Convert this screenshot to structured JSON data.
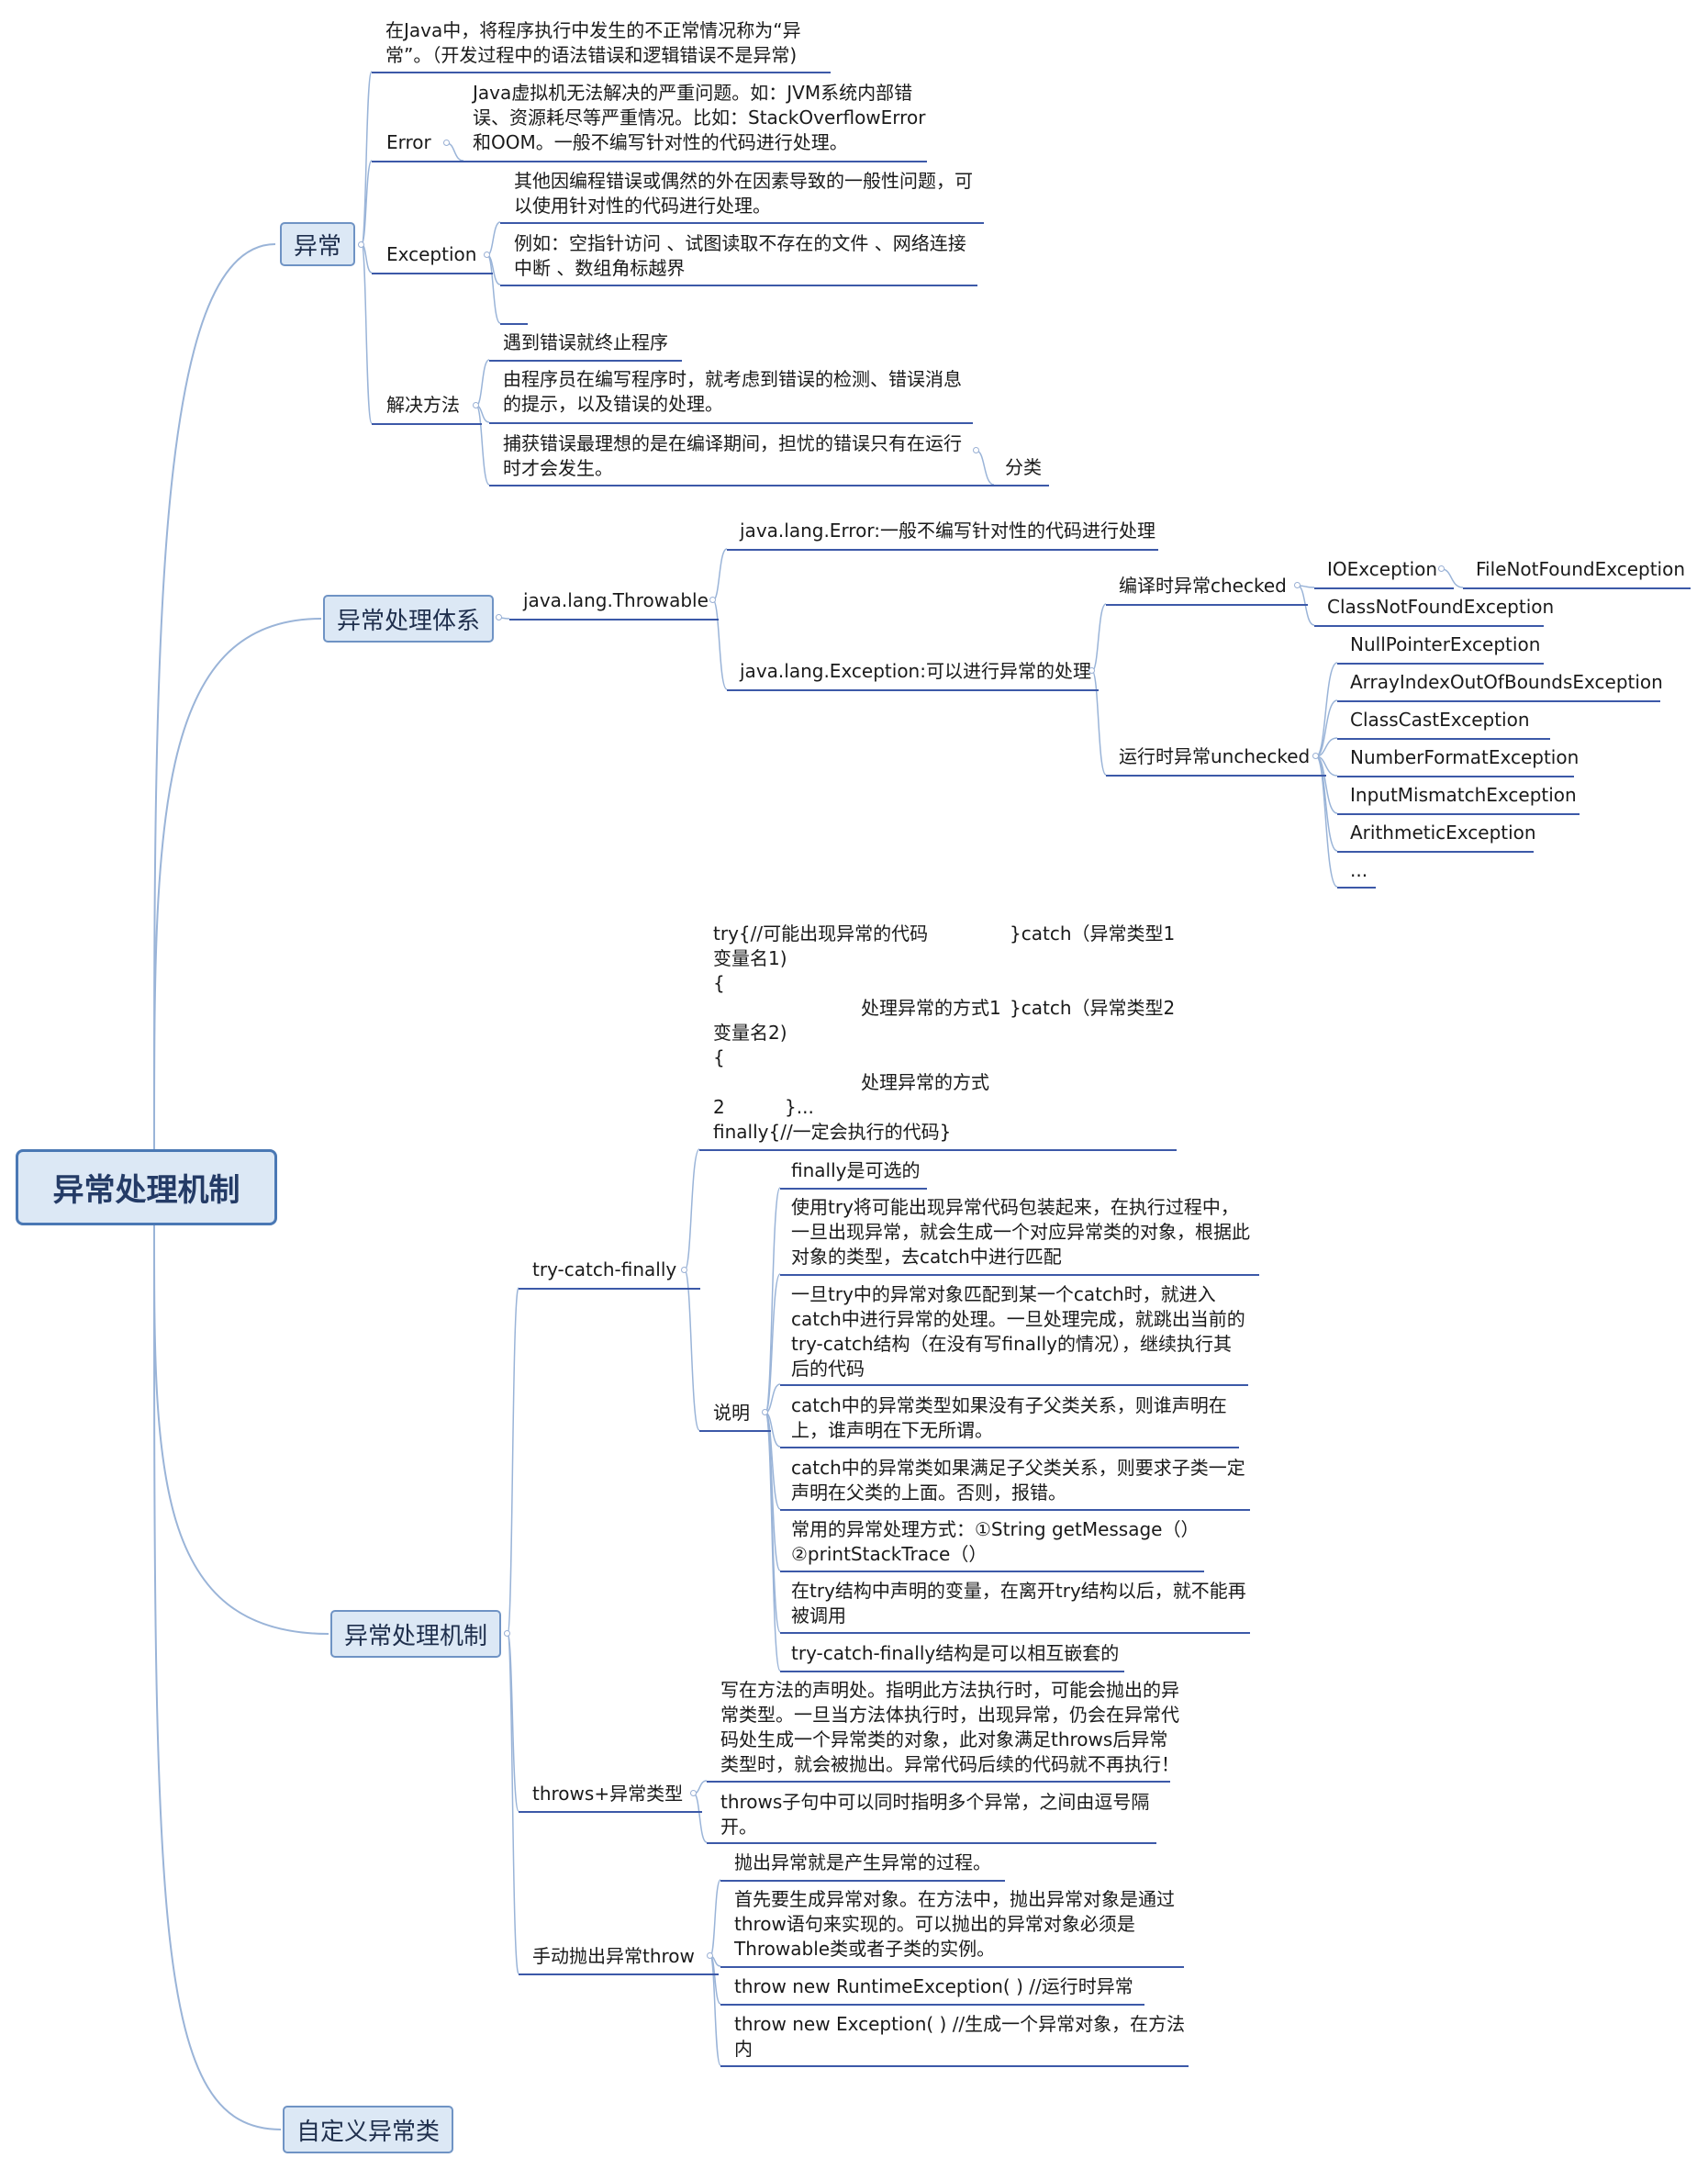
{
  "root": {
    "label": "异常处理机制"
  },
  "branches": {
    "exception": {
      "label": "异常"
    },
    "system": {
      "label": "异常处理体系"
    },
    "mechanism": {
      "label": "异常处理机制"
    },
    "custom": {
      "label": "自定义异常类"
    }
  },
  "exception": {
    "intro": [
      "在Java中，将程序执行中发生的不正常情况称为“异",
      "常”。（开发过程中的语法错误和逻辑错误不是异常)"
    ],
    "error_label": "Error",
    "error_desc": [
      "Java虚拟机无法解决的严重问题。如：JVM系统内部错",
      "误、资源耗尽等严重情况。比如：StackOverflowError",
      "和OOM。一般不编写针对性的代码进行处理。"
    ],
    "exception_label": "Exception",
    "exception_desc": [
      "其他因编程错误或偶然的外在因素导致的一般性问题，可",
      "以使用针对性的代码进行处理。"
    ],
    "exception_example": [
      "例如：空指针访问 、试图读取不存在的文件 、网络连接",
      "中断 、数组角标越界"
    ],
    "solution_label": "解决方法",
    "solution_items": [
      [
        "遇到错误就终止程序"
      ],
      [
        "由程序员在编写程序时，就考虑到错误的检测、错误消息",
        "的提示，以及错误的处理。"
      ],
      [
        "捕获错误最理想的是在编译期间，担忧的错误只有在运行",
        "时才会发生。"
      ]
    ],
    "classify": "分类"
  },
  "system": {
    "throwable": "java.lang.Throwable",
    "error": "java.lang.Error:一般不编写针对性的代码进行处理",
    "exception": "java.lang.Exception:可以进行异常的处理",
    "checked": "编译时异常checked",
    "unchecked": "运行时异常unchecked",
    "checked_items": [
      "IOException",
      "ClassNotFoundException"
    ],
    "io_child": "FileNotFoundException",
    "unchecked_items": [
      "NullPointerException",
      "ArrayIndexOutOfBoundsException",
      "ClassCastException",
      "NumberFormatException",
      "InputMismatchException",
      "ArithmeticException",
      "..."
    ]
  },
  "mechanism": {
    "try_code": [
      "try{//可能出现异常的代码",
      "}catch（异常类型1",
      "变量名1)",
      "{",
      "处理异常的方式1",
      "}catch（异常类型2",
      "变量名2)",
      "{",
      "处理异常的方式",
      "2",
      "}...",
      "finally{//一定会执行的代码}"
    ],
    "try_catch": "try-catch-finally",
    "explain": "说明",
    "notes": [
      [
        "finally是可选的"
      ],
      [
        "使用try将可能出现异常代码包装起来，在执行过程中，",
        "一旦出现异常，就会生成一个对应异常类的对象，根据此",
        "对象的类型，去catch中进行匹配"
      ],
      [
        "一旦try中的异常对象匹配到某一个catch时，就进入",
        "catch中进行异常的处理。一旦处理完成，就跳出当前的",
        "try-catch结构（在没有写finally的情况），继续执行其",
        "后的代码"
      ],
      [
        "catch中的异常类型如果没有子父类关系，则谁声明在",
        "上，谁声明在下无所谓。"
      ],
      [
        "catch中的异常类如果满足子父类关系，则要求子类一定",
        "声明在父类的上面。否则，报错。"
      ],
      [
        "常用的异常处理方式：①String getMessage（）",
        "②printStackTrace（）"
      ],
      [
        "在try结构中声明的变量，在离开try结构以后，就不能再",
        "被调用"
      ],
      [
        "try-catch-finally结构是可以相互嵌套的"
      ]
    ],
    "throws_label": "throws+异常类型",
    "throws_desc": [
      "写在方法的声明处。指明此方法执行时，可能会抛出的异",
      "常类型。一旦当方法体执行时，出现异常，仍会在异常代",
      "码处生成一个异常类的对象，此对象满足throws后异常",
      "类型时，就会被抛出。异常代码后续的代码就不再执行！"
    ],
    "throws_multi": [
      "throws子句中可以同时指明多个异常，之间由逗号隔",
      "开。"
    ],
    "throw_label": "手动抛出异常throw",
    "throw_items": [
      [
        "抛出异常就是产生异常的过程。"
      ],
      [
        "首先要生成异常对象。在方法中，抛出异常对象是通过",
        "throw语句来实现的。可以抛出的异常对象必须是",
        "Throwable类或者子类的实例。"
      ],
      [
        "throw new RuntimeException(  )  //运行时异常"
      ],
      [
        "throw new Exception( ) //生成一个异常对象，在方法",
        "内"
      ]
    ]
  },
  "colors": {
    "line": "#3c59a8",
    "curve": "#9ab4d8",
    "node_fill": "#dce8f5",
    "node_border": "#6f93c4"
  }
}
